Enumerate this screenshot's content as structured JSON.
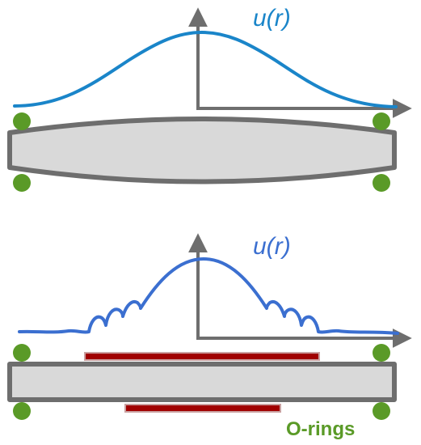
{
  "colors": {
    "plate_fill": "#d9d9d9",
    "plate_stroke": "#6e6e6e",
    "axis": "#6e6e6e",
    "curve_top": "#1a85c9",
    "curve_bottom": "#3b6fd0",
    "oring": "#5a9a27",
    "electrode_fill": "#a00000",
    "electrode_stroke": "#c9a0a0",
    "label_green": "#5a9a27"
  },
  "top_diagram": {
    "label_u": "u(",
    "label_r": "r",
    "label_close": ")",
    "plate_shape": "biconvex"
  },
  "bottom_diagram": {
    "label_u": "u(",
    "label_r": "r",
    "label_close": ")",
    "plate_shape": "flat",
    "oring_label": "O-rings"
  }
}
